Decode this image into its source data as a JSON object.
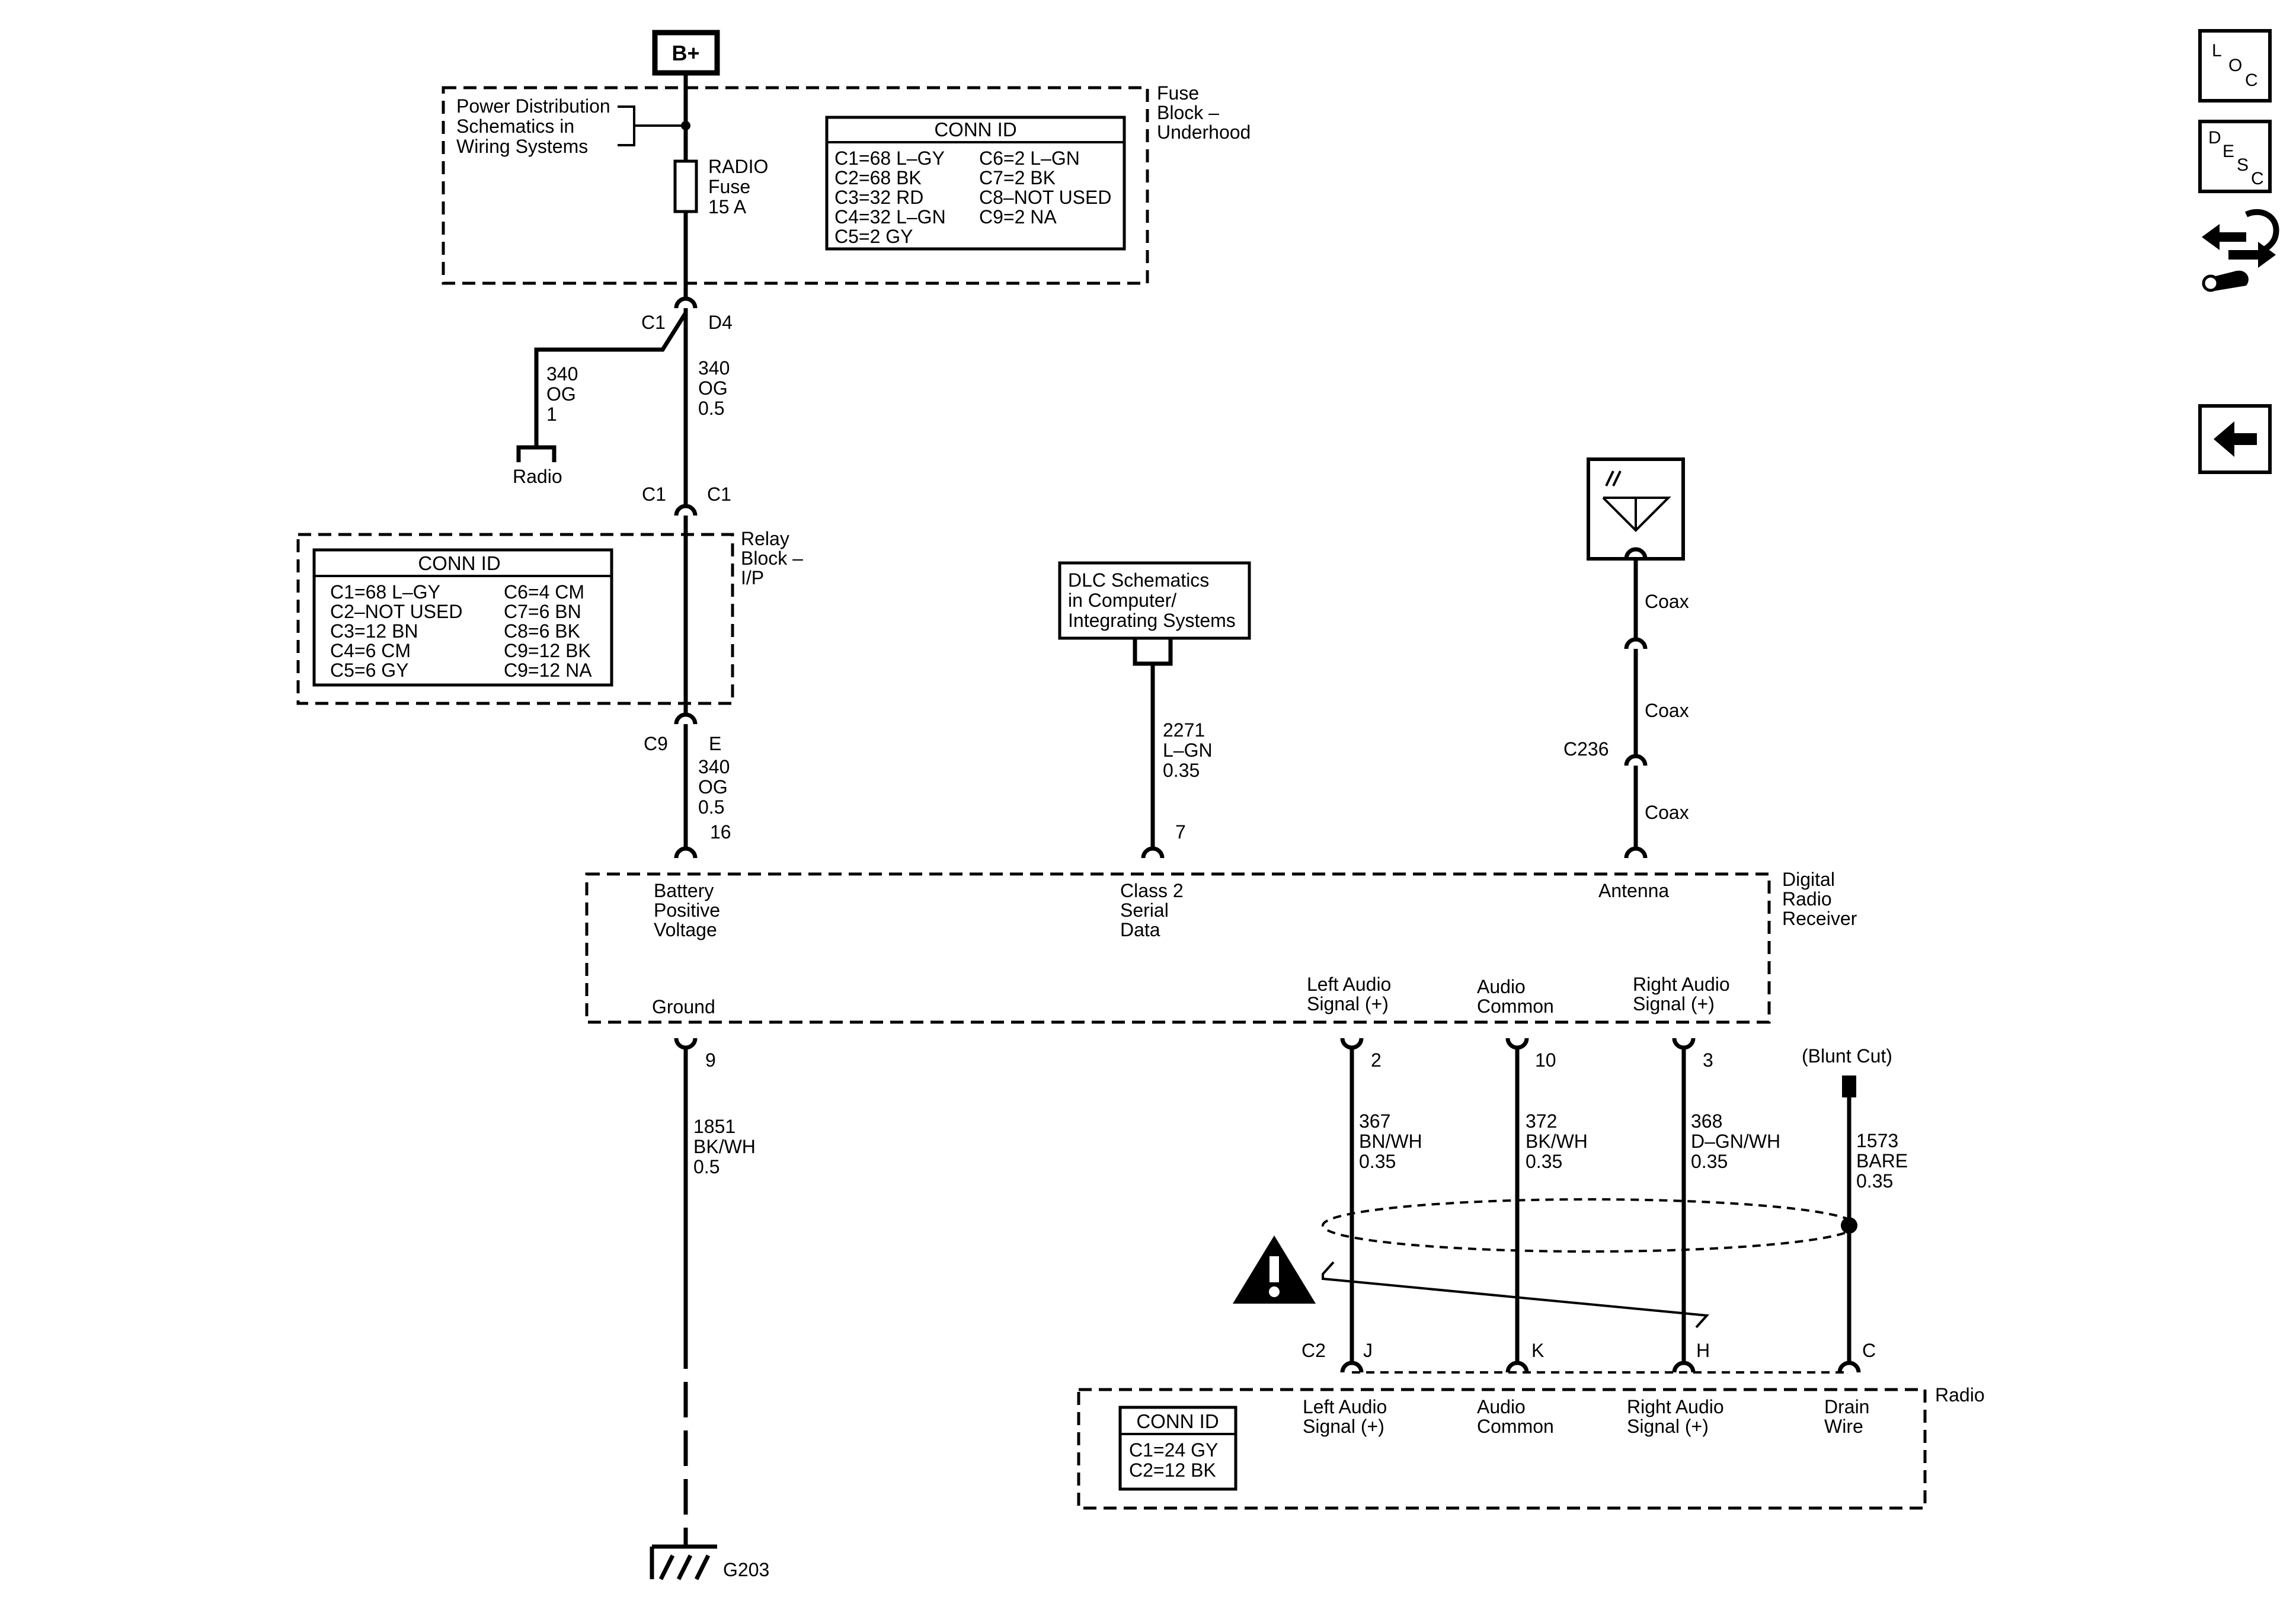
{
  "power": {
    "bplus": "B+",
    "pd_ref": [
      "Power Distribution",
      "Schematics in",
      "Wiring Systems"
    ],
    "fuse_label": [
      "RADIO",
      "Fuse",
      "15 A"
    ],
    "fuse_block": [
      "Fuse",
      "Block –",
      "Underhood"
    ],
    "fuse_conn_title": "CONN ID",
    "fuse_conn_left": [
      "C1=68 L–GY",
      "C2=68 BK",
      "C3=32 RD",
      "C4=32 L–GN",
      "C5=2 GY"
    ],
    "fuse_conn_right": [
      "C6=2 L–GN",
      "C7=2 BK",
      "C8–NOT USED",
      "C9=2 NA"
    ]
  },
  "connectors": {
    "c1_left": "C1",
    "d4": "D4",
    "c1_relay_left": "C1",
    "c1_relay_right": "C1",
    "c9": "C9",
    "e": "E",
    "pin16": "16",
    "pin7": "7",
    "pin9": "9",
    "pin2": "2",
    "pin10": "10",
    "pin3": "3",
    "c236": "C236",
    "c2": "C2",
    "j": "J",
    "k": "K",
    "h": "H",
    "c": "C",
    "g203": "G203"
  },
  "wires": {
    "radio_branch": [
      "340",
      "OG",
      "1"
    ],
    "radio_branch_end": "Radio",
    "main_feed": [
      "340",
      "OG",
      "0.5"
    ],
    "relay_feed": [
      "340",
      "OG",
      "0.5"
    ],
    "class2": [
      "2271",
      "L–GN",
      "0.35"
    ],
    "ground": [
      "1851",
      "BK/WH",
      "0.5"
    ],
    "left_audio": [
      "367",
      "BN/WH",
      "0.35"
    ],
    "audio_common": [
      "372",
      "BK/WH",
      "0.35"
    ],
    "right_audio": [
      "368",
      "D–GN/WH",
      "0.35"
    ],
    "drain": [
      "1573",
      "BARE",
      "0.35"
    ],
    "blunt_cut": "(Blunt Cut)",
    "coax1": "Coax",
    "coax2": "Coax",
    "coax3": "Coax"
  },
  "relay": {
    "label": [
      "Relay",
      "Block –",
      "I/P"
    ],
    "conn_title": "CONN ID",
    "conn_left": [
      "C1=68 L–GY",
      "C2–NOT USED",
      "C3=12 BN",
      "C4=6 CM",
      "C5=6 GY"
    ],
    "conn_right": [
      "C6=4 CM",
      "C7=6 BN",
      "C8=6 BK",
      "C9=12 BK",
      "C9=12 NA"
    ]
  },
  "dlc": {
    "label": [
      "DLC Schematics",
      "in Computer/",
      "Integrating Systems"
    ]
  },
  "receiver": {
    "label": [
      "Digital",
      "Radio",
      "Receiver"
    ],
    "battery": [
      "Battery",
      "Positive",
      "Voltage"
    ],
    "class2": [
      "Class 2",
      "Serial",
      "Data"
    ],
    "antenna": "Antenna",
    "ground": "Ground",
    "left_audio": [
      "Left Audio",
      "Signal (+)"
    ],
    "audio_common": [
      "Audio",
      "Common"
    ],
    "right_audio": [
      "Right Audio",
      "Signal (+)"
    ]
  },
  "radio": {
    "label": "Radio",
    "left_audio": [
      "Left Audio",
      "Signal (+)"
    ],
    "audio_common": [
      "Audio",
      "Common"
    ],
    "right_audio": [
      "Right Audio",
      "Signal (+)"
    ],
    "drain": [
      "Drain",
      "Wire"
    ],
    "conn_title": "CONN ID",
    "conn_rows": [
      "C1=24 GY",
      "C2=12 BK"
    ]
  },
  "nav": {
    "loc": [
      "L",
      "O",
      "C"
    ],
    "desc": [
      "D",
      "E",
      "S",
      "C"
    ]
  }
}
